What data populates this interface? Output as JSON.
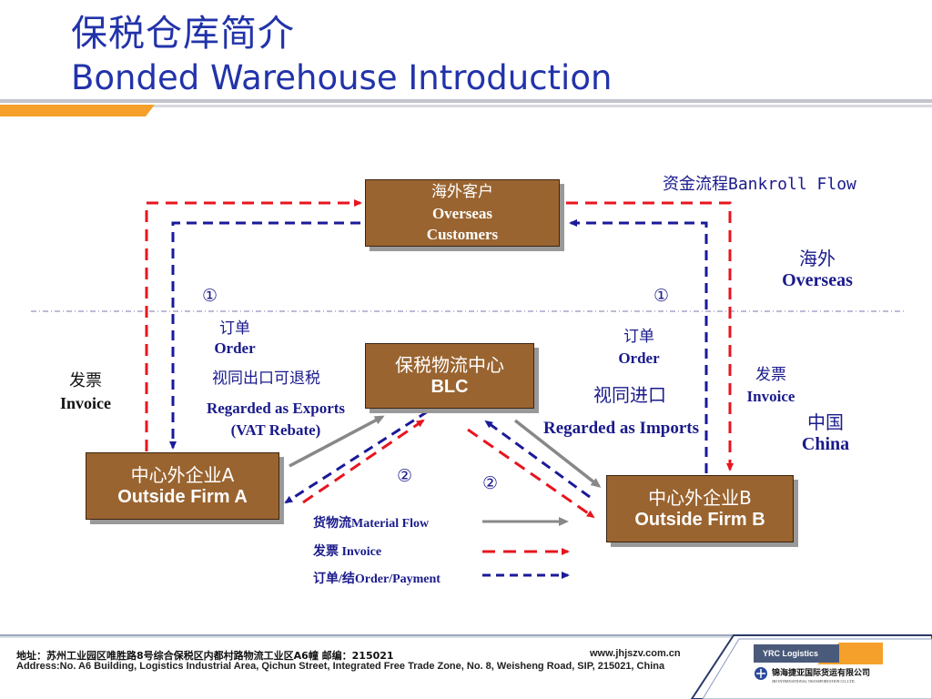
{
  "title": {
    "cn": "保税仓库简介",
    "en": "Bonded Warehouse Introduction"
  },
  "boxes": {
    "overseas": {
      "cn": "海外客户",
      "en1": "Overseas",
      "en2": "Customers"
    },
    "blc": {
      "cn": "保税物流中心",
      "en": "BLC"
    },
    "firm_a": {
      "cn": "中心外企业A",
      "en": "Outside Firm A"
    },
    "firm_b": {
      "cn": "中心外企业B",
      "en": "Outside Firm B"
    }
  },
  "labels": {
    "bankroll_flow": "资金流程Bankroll Flow",
    "overseas_region_cn": "海外",
    "overseas_region_en": "Overseas",
    "china_region_cn": "中国",
    "china_region_en": "China",
    "step1": "①",
    "step2": "②",
    "left_order_cn": "订单",
    "left_order_en": "Order",
    "left_regarded_cn": "视同出口可退税",
    "left_regarded_en1": "Regarded as Exports",
    "left_regarded_en2": "(VAT Rebate)",
    "left_invoice_cn": "发票",
    "left_invoice_en": "Invoice",
    "right_order_cn": "订单",
    "right_order_en": "Order",
    "right_regarded_cn": "视同进口",
    "right_regarded_en": "Regarded as Imports",
    "right_invoice_cn": "发票",
    "right_invoice_en": "Invoice"
  },
  "legend": [
    {
      "label": "货物流Material Flow",
      "style": "solid",
      "color": "#888888"
    },
    {
      "label": "发票 Invoice",
      "style": "dashed",
      "color": "#e8141e"
    },
    {
      "label": "订单/结Order/Payment",
      "style": "dashed",
      "color": "#1a1a9a"
    }
  ],
  "footer": {
    "address_cn": "地址：苏州工业园区唯胜路8号综合保税区内都村路物流工业区A6幢  邮编：215021",
    "address_en": "Address:No. A6 Building, Logistics Industrial Area, Qichun Street, Integrated Free Trade Zone, No. 8, Weisheng Road, SIP, 215021, China",
    "website": "www.jhjszv.com.cn",
    "logo_tag": "YRC Logistics",
    "logo_cn": "锦海捷亚国际货运有限公司",
    "logo_en": "JHJ INTERNATIONAL TRANSPORTATION CO.,LTD."
  },
  "colors": {
    "title": "#2233aa",
    "box": "#9a6430",
    "invoice": "#e8141e",
    "order": "#1a1a9a",
    "material": "#888888",
    "accent": "#f5a02a"
  }
}
